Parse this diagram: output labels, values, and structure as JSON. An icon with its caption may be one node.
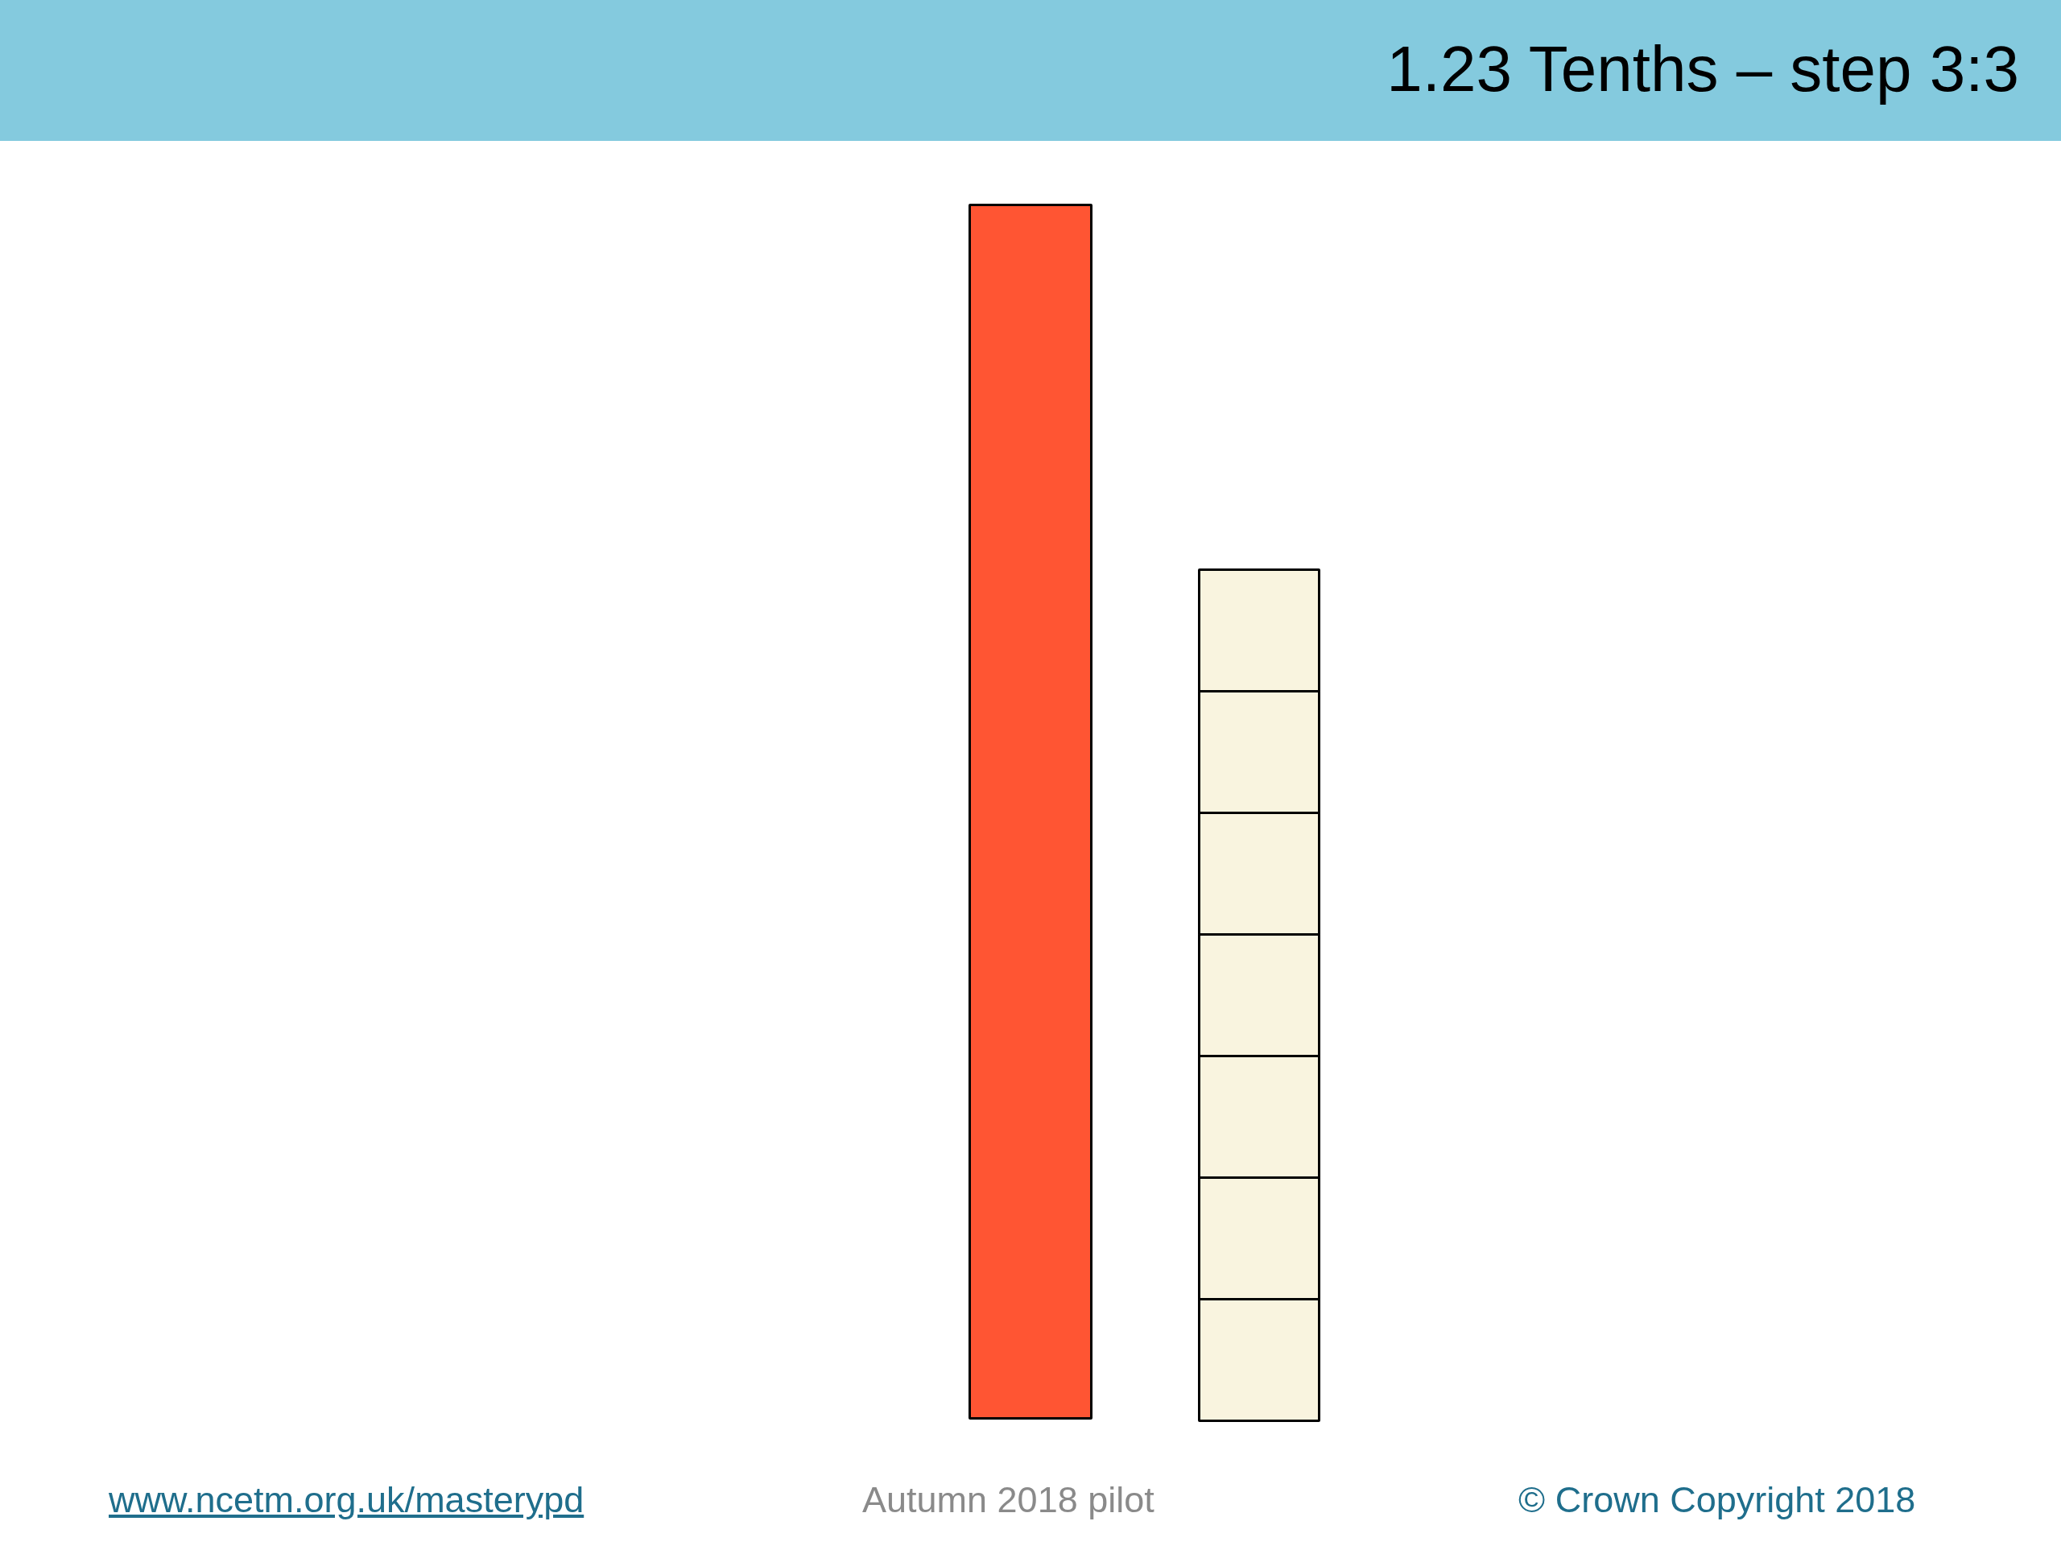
{
  "diagram": {
    "title": "1.23 Tenths – step 3:3",
    "nodes": [
      {
        "text": [],
        "shape": "bar"
      },
      {
        "text": [],
        "shape": "box"
      },
      {
        "text": [],
        "shape": "box"
      },
      {
        "text": [],
        "shape": "box"
      },
      {
        "text": [],
        "shape": "box"
      },
      {
        "text": [],
        "shape": "box"
      },
      {
        "text": [],
        "shape": "box"
      },
      {
        "text": [],
        "shape": "box"
      }
    ],
    "labels": [
      "www.ncetm.org.uk/masterypd",
      "Autumn 2018 pilot",
      "© Crown Copyright 2018"
    ]
  }
}
